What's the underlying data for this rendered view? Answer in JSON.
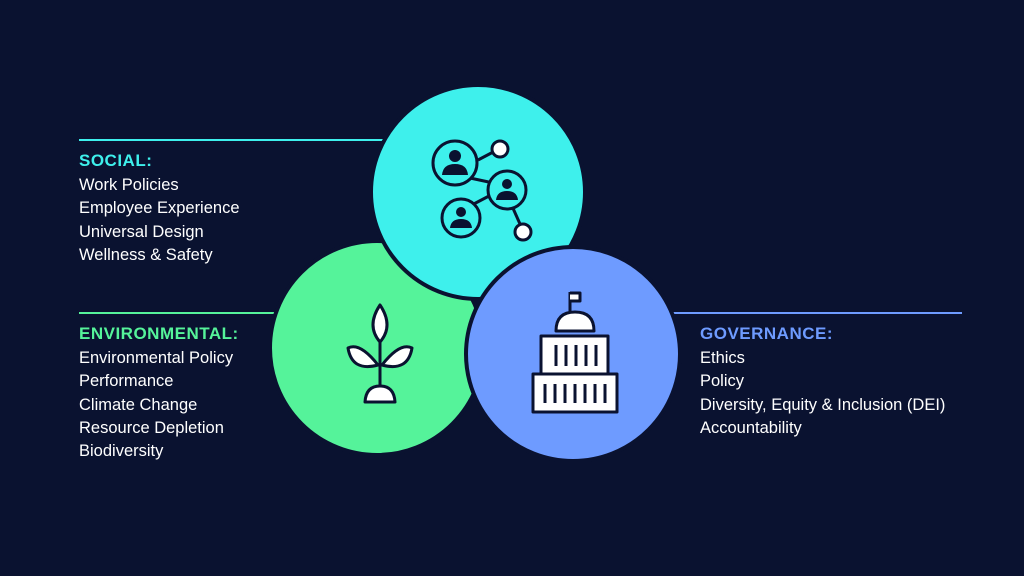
{
  "colors": {
    "background": "#0a1230",
    "social": "#3ef0ec",
    "environmental": "#55f39a",
    "governance": "#6e9bff",
    "outline": "#0a1230"
  },
  "social": {
    "heading": "SOCIAL:",
    "icon": "people-network-icon",
    "items": [
      "Work Policies",
      "Employee Experience",
      "Universal Design",
      "Wellness & Safety"
    ]
  },
  "environmental": {
    "heading": "ENVIRONMENTAL:",
    "icon": "plant-sprout-icon",
    "items": [
      "Environmental Policy",
      "Performance",
      "Climate Change",
      "Resource Depletion",
      "Biodiversity"
    ]
  },
  "governance": {
    "heading": "GOVERNANCE:",
    "icon": "capitol-building-icon",
    "items": [
      "Ethics",
      "Policy",
      "Diversity, Equity & Inclusion (DEI)",
      "Accountability"
    ]
  }
}
